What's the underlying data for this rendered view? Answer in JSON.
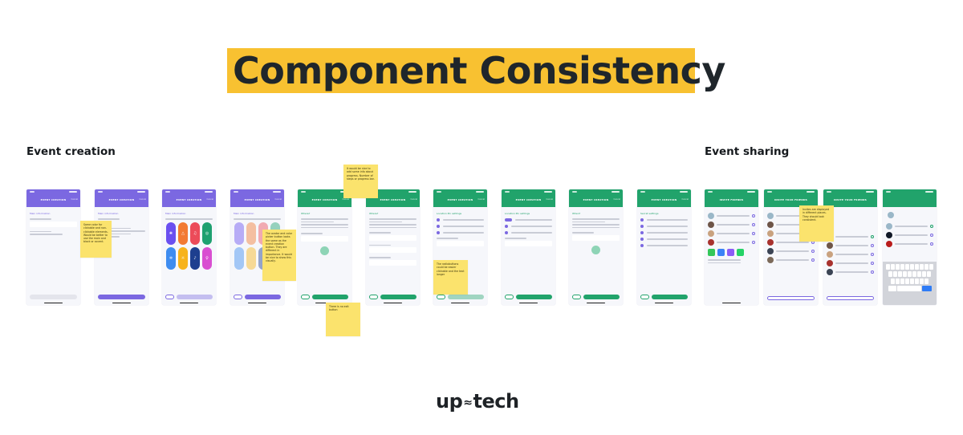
{
  "title": "Component Consistency",
  "sections": {
    "creation": "Event creation",
    "sharing": "Event sharing"
  },
  "screens": [
    {
      "header": "EVENT CREATION",
      "cancel": "Cancel",
      "section": "Main information",
      "theme": "purple"
    },
    {
      "header": "EVENT CREATION",
      "cancel": "Cancel",
      "section": "Main information",
      "theme": "purple"
    },
    {
      "header": "EVENT CREATION",
      "cancel": "Cancel",
      "section": "Main information",
      "picker": "Color & Avatar",
      "theme": "purple"
    },
    {
      "header": "EVENT CREATION",
      "cancel": "Cancel",
      "section": "Main information",
      "picker": "Color & Avatar",
      "theme": "purple"
    },
    {
      "header": "EVENT CREATION",
      "cancel": "Cancel",
      "section": "Where?",
      "field": "Location",
      "theme": "green"
    },
    {
      "header": "EVENT CREATION",
      "cancel": "Cancel",
      "section": "Where?",
      "fields": [
        "Location",
        "Location",
        "Location"
      ],
      "theme": "green"
    },
    {
      "header": "EVENT CREATION",
      "cancel": "Cancel",
      "section": "Location Pin settings",
      "field": "Overlap pins",
      "theme": "green"
    },
    {
      "header": "EVENT CREATION",
      "cancel": "Cancel",
      "section": "Location Pin settings",
      "field": "Overlap pins",
      "theme": "green"
    },
    {
      "header": "EVENT CREATION",
      "cancel": "Cancel",
      "section": "When?",
      "field": "Date & time",
      "theme": "green"
    },
    {
      "header": "EVENT CREATION",
      "cancel": "Cancel",
      "section": "Secret settings",
      "theme": "green"
    },
    {
      "header": "INVITE FRIENDS",
      "back": "Back",
      "theme": "green"
    },
    {
      "header": "INVITE YOUR FRIENDS",
      "theme": "green"
    },
    {
      "header": "INVITE YOUR FRIENDS",
      "theme": "green"
    },
    {
      "header": "",
      "theme": "green"
    }
  ],
  "contacts": [
    "Nabal Waynar",
    "Krshth Watson",
    "Eleanor Pena",
    "Darlene Russell",
    "Courtney Henry",
    "Dave Cooper",
    "Kathryn Russell"
  ],
  "stickies": [
    "Same color for clickable and non-clickable elements. Would be better to use the main and black or accent.",
    "The avatar and color picker button looks the same as the event creation button. They are different in importance. It would be nice to show this visually.",
    "It would be nice to add some info about progress. Number of steps or progress bar.",
    "There is no exit button",
    "The radiobuttons could be easier clickable and the text longer",
    "Invites are displayed in different places. They should look consistent."
  ],
  "tile_colors": [
    "#6a4ff0",
    "#f27a32",
    "#ec4b59",
    "#1fa170",
    "#3e8cf0",
    "#f7b31b",
    "#1e3f8f",
    "#d94fd1"
  ],
  "brand": {
    "logo_left": "up",
    "logo_mark": "≈",
    "logo_right": "tech"
  },
  "colors": {
    "highlight": "#f8c131",
    "purple": "#7b68e1",
    "green": "#21a36b",
    "sticky": "#fbe36d"
  }
}
